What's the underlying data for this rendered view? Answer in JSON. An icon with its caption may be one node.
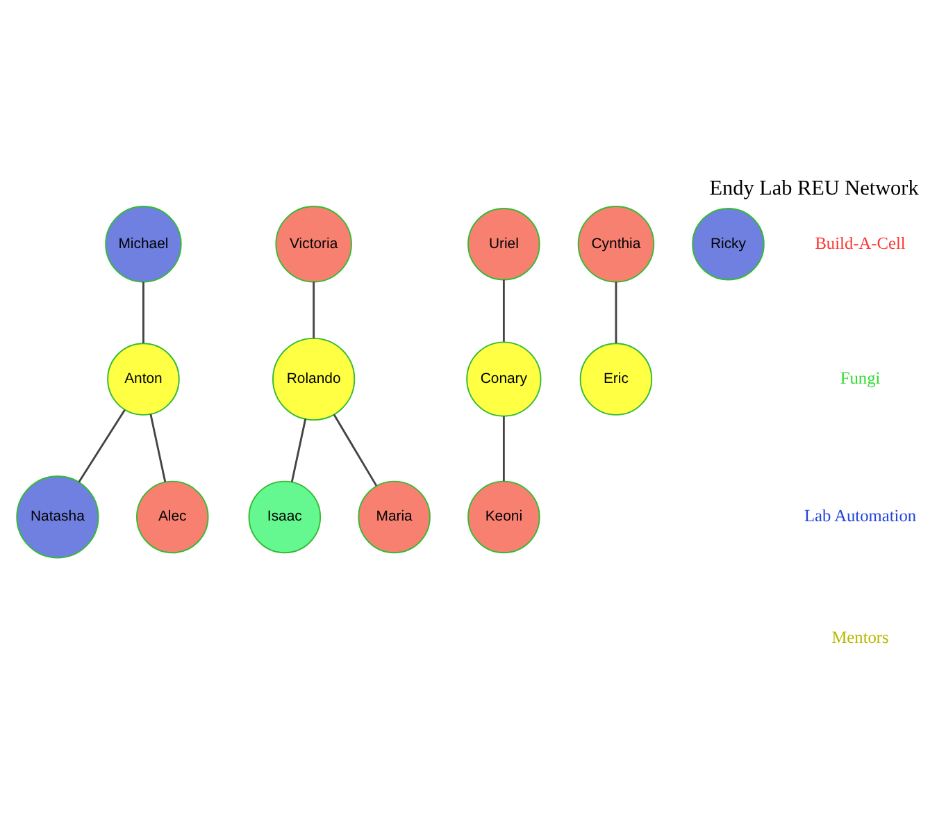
{
  "diagram": {
    "title": "Endy Lab REU Network",
    "nodes": [
      {
        "text": [
          "Michael"
        ]
      },
      {
        "text": [
          "Victoria"
        ]
      },
      {
        "text": [
          "Anton"
        ]
      },
      {
        "text": [
          "Rolando"
        ]
      },
      {
        "text": [
          "Natasha"
        ]
      },
      {
        "text": [
          "Isaac"
        ]
      },
      {
        "text": [
          "Alec"
        ]
      },
      {
        "text": [
          "Maria"
        ]
      },
      {
        "text": [
          "Uriel"
        ]
      },
      {
        "text": [
          "Cynthia"
        ]
      },
      {
        "text": [
          "Ricky"
        ]
      },
      {
        "text": [
          "Conary"
        ]
      },
      {
        "text": [
          "Eric"
        ]
      },
      {
        "text": [
          "Keoni"
        ]
      }
    ],
    "edges": [
      {
        "from": 0,
        "to": 2,
        "arrow": "none"
      },
      {
        "from": 2,
        "to": 4,
        "arrow": "none"
      },
      {
        "from": 2,
        "to": 6,
        "arrow": "none"
      },
      {
        "from": 1,
        "to": 3,
        "arrow": "none"
      },
      {
        "from": 3,
        "to": 5,
        "arrow": "none"
      },
      {
        "from": 3,
        "to": 7,
        "arrow": "none"
      },
      {
        "from": 8,
        "to": 11,
        "arrow": "none"
      },
      {
        "from": 11,
        "to": 13,
        "arrow": "none"
      },
      {
        "from": 9,
        "to": 12,
        "arrow": "none"
      }
    ],
    "legend": [
      {
        "text": "Build-A-Cell",
        "color": "#ff3333"
      },
      {
        "text": "Fungi",
        "color": "#33dd33"
      },
      {
        "text": "Lab Automation",
        "color": "#2244dd"
      },
      {
        "text": "Mentors",
        "color": "#b8b800"
      }
    ]
  }
}
